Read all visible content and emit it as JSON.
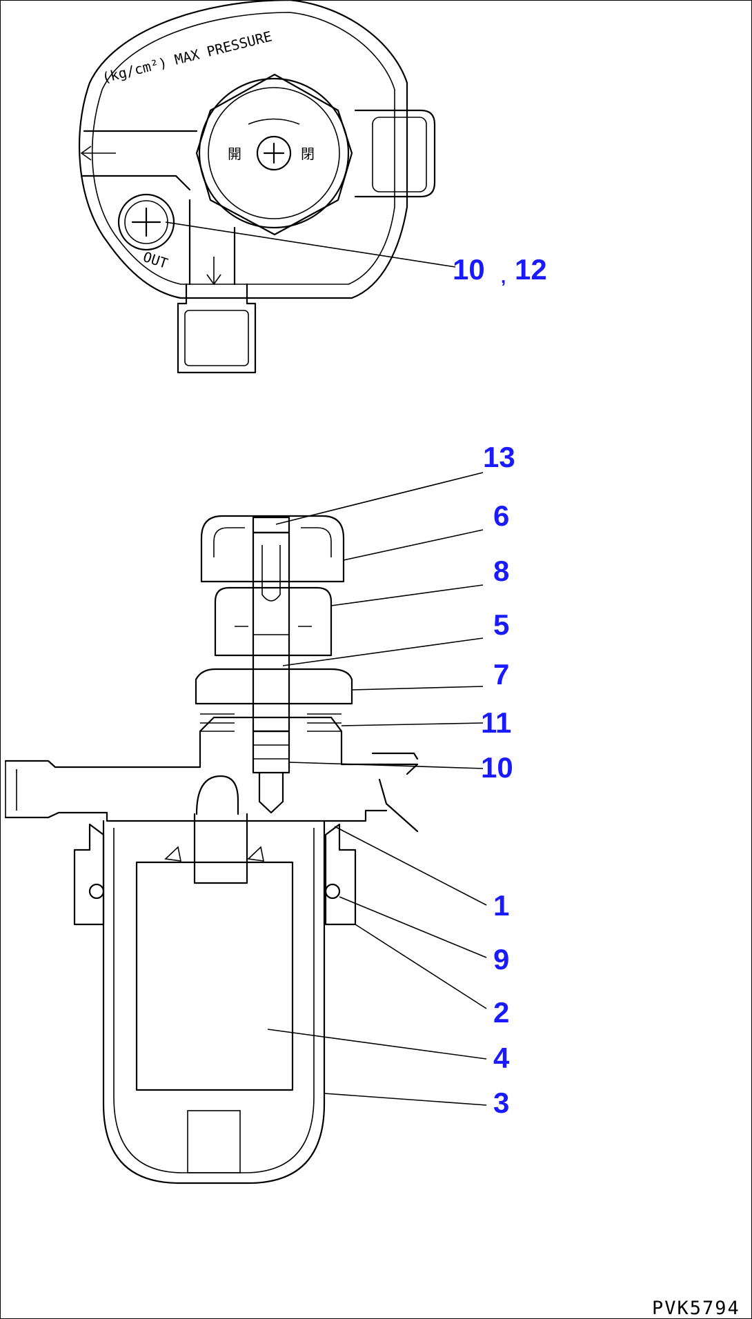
{
  "figure_id": "PVK5794",
  "top_view": {
    "engraving_top": "(kg/cm²) MAX PRESSURE",
    "engraving_left": "OUT",
    "knob_label_left": "開",
    "knob_label_right": "閉"
  },
  "callouts": {
    "c_10_12_a": "10",
    "c_10_12_sep": ",",
    "c_10_12_b": "12",
    "c13": "13",
    "c6": "6",
    "c8": "8",
    "c5": "5",
    "c7": "7",
    "c11": "11",
    "c10": "10",
    "c1": "1",
    "c9": "9",
    "c2": "2",
    "c4": "4",
    "c3": "3"
  },
  "colors": {
    "callout": "#1a1aff",
    "line": "#000000"
  }
}
